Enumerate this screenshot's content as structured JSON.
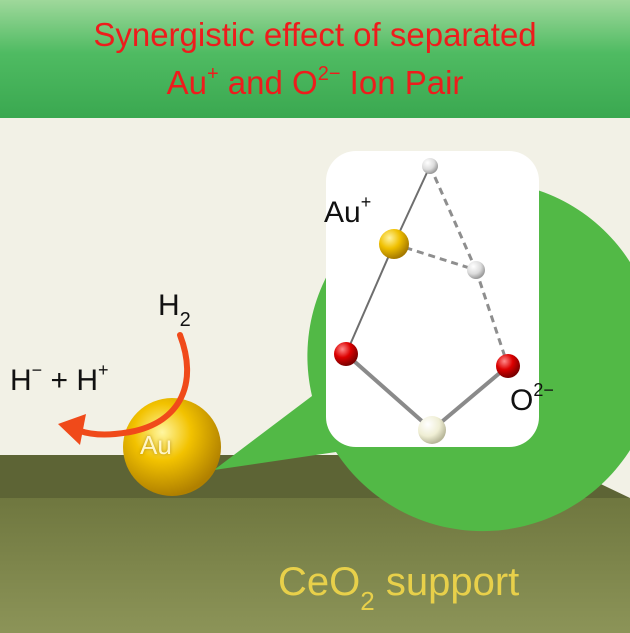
{
  "banner": {
    "line1": "Synergistic effect of separated",
    "line2_prefix": "Au",
    "line2_au_charge": "+",
    "line2_mid": " and O",
    "line2_o_charge": "2−",
    "line2_suffix": " Ion Pair"
  },
  "reaction": {
    "h2_symbol": "H",
    "h2_subscript": "2",
    "hydride": "H",
    "hydride_charge": "−",
    "plus": " + H",
    "proton_charge": "+"
  },
  "gold_particle_label": "Au",
  "inset": {
    "au_label": "Au",
    "au_charge": "+",
    "o_label": "O",
    "o_charge": "2−"
  },
  "support": {
    "prefix": "CeO",
    "subscript": "2",
    "suffix": " support"
  },
  "colors": {
    "title_text": "#ee1c1c",
    "banner_green": "#4fbb62",
    "bubble_green": "#52b946",
    "gold": "#f2c200",
    "oxygen": "#dd0000",
    "hydrogen": "#e8e8e8",
    "cerium": "#f1f0d8",
    "arrow": "#f04a1a",
    "support_top": "#5d6435",
    "support_front": "#7c844a",
    "support_label": "#e8d04a"
  }
}
